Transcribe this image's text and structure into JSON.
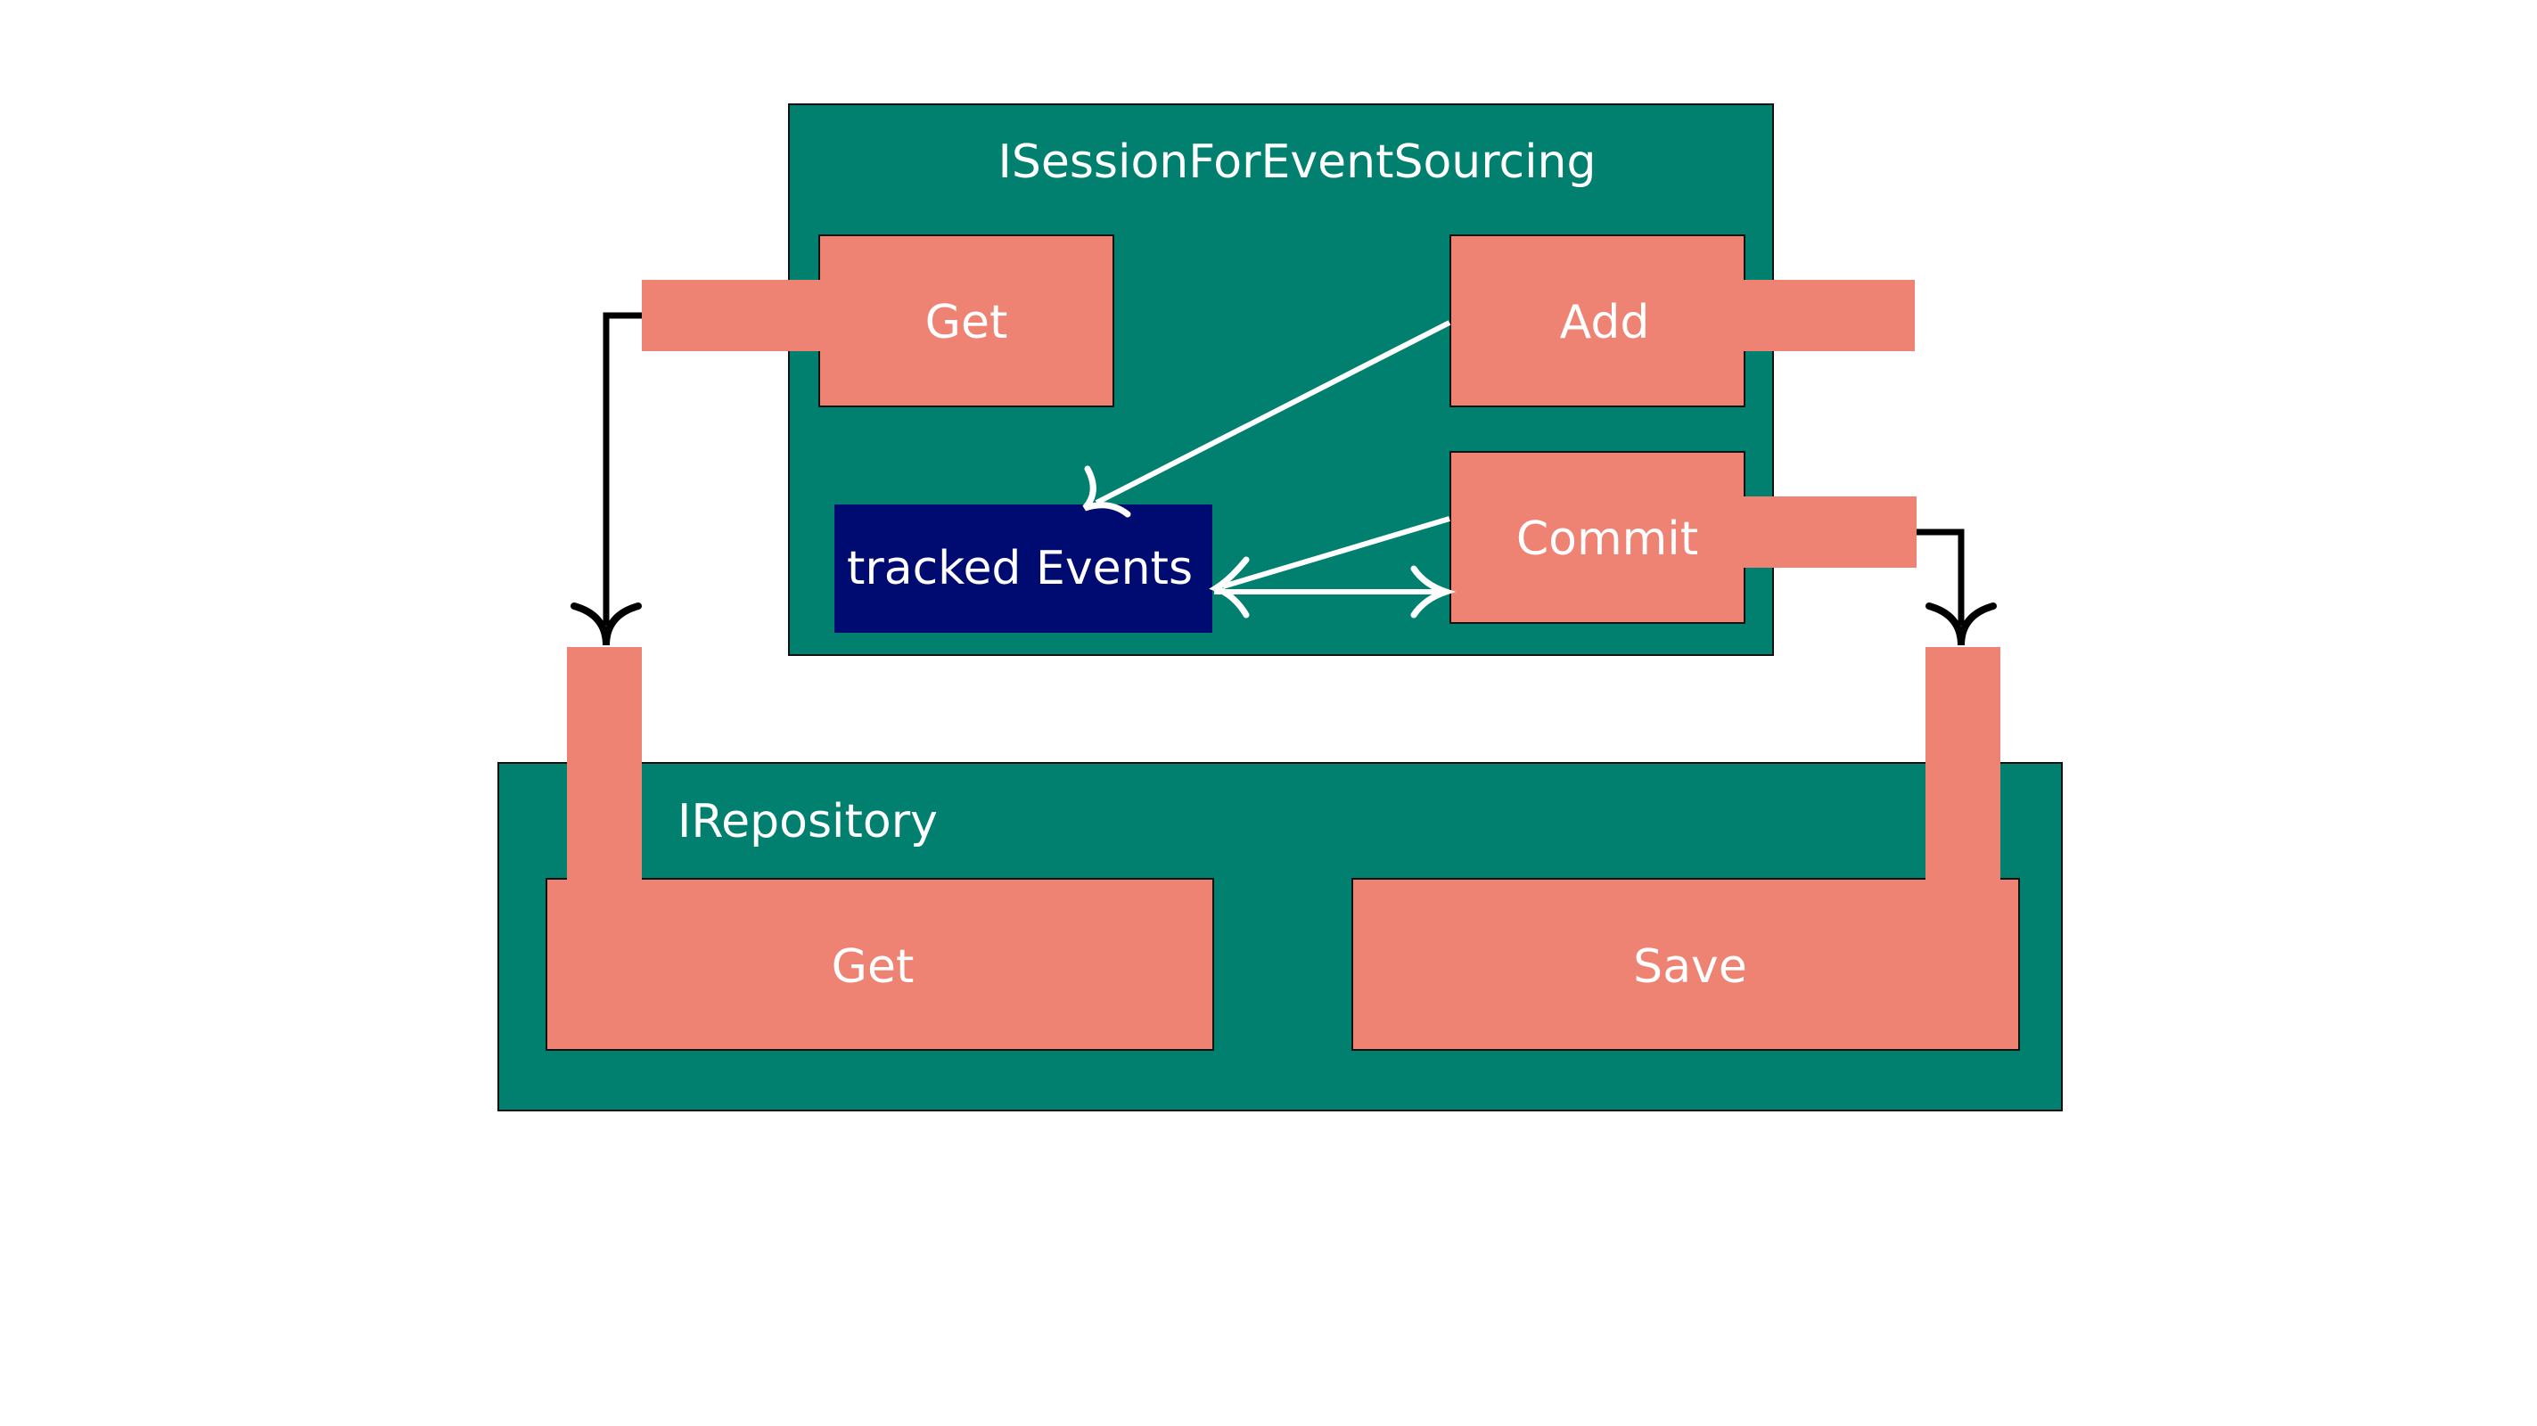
{
  "colors": {
    "container": "#02806F",
    "method": "#EE8273",
    "store": "#000B72",
    "text": "#FFFFFF",
    "border": "#111111",
    "external_arrow": "#000000",
    "internal_arrow": "#FFFFFF"
  },
  "session": {
    "title": "ISessionForEventSourcing",
    "methods": {
      "get": "Get",
      "add": "Add",
      "commit": "Commit"
    },
    "store": "tracked Events"
  },
  "repository": {
    "title": "IRepository",
    "methods": {
      "get": "Get",
      "save": "Save"
    }
  }
}
